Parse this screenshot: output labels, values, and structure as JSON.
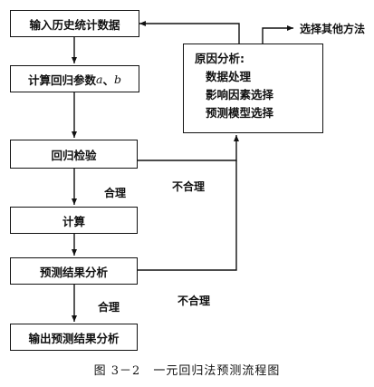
{
  "boxes": {
    "input": "输入历史统计数据",
    "calc_params": "计算回归参数",
    "calc_params_a": "a",
    "calc_params_sep": "、",
    "calc_params_b": "b",
    "test": "回归检验",
    "compute": "计算",
    "analyze": "预测结果分析",
    "output": "输出预测结果分析"
  },
  "cause_analysis": {
    "title": "原因分析:",
    "items": [
      "数据处理",
      "影响因素选择",
      "预测模型选择"
    ]
  },
  "labels": {
    "choose_other": "选择其他方法",
    "reasonable_1": "合理",
    "unreasonable_1": "不合理",
    "reasonable_2": "合理",
    "unreasonable_2": "不合理"
  },
  "caption": "图 3－2　一元回归法预测流程图"
}
